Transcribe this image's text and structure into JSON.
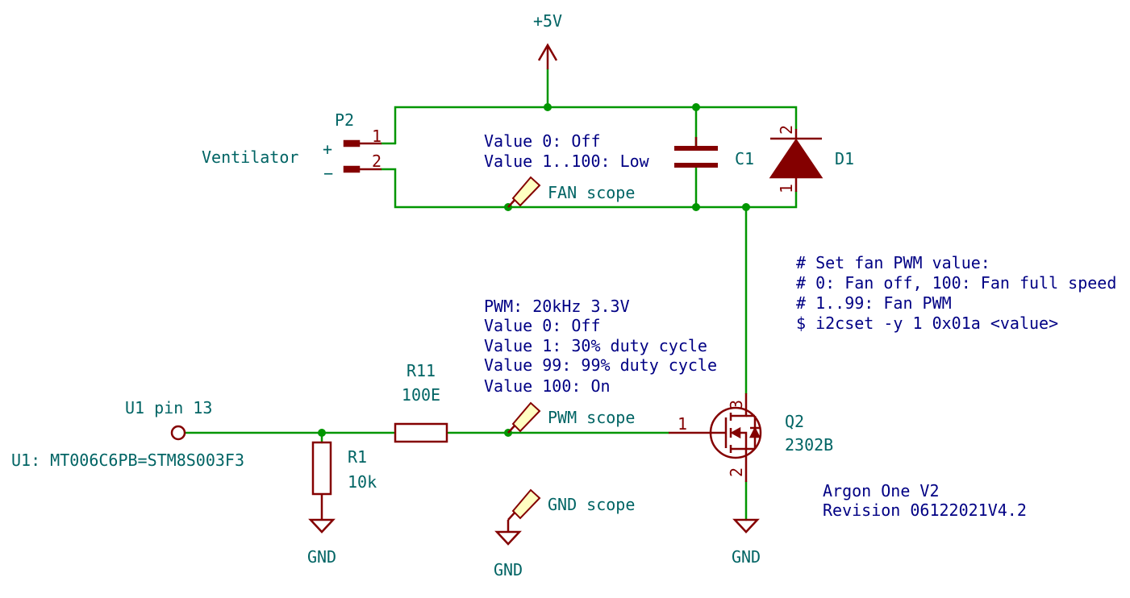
{
  "power": {
    "vcc_label": "+5V",
    "gnd_label": "GND"
  },
  "connector": {
    "ref": "P2",
    "name": "Ventilator",
    "plus": "+",
    "minus": "−",
    "pin1": "1",
    "pin2": "2"
  },
  "fan_note": [
    "Value 0: Off",
    "Value 1..100: Low"
  ],
  "capacitor": {
    "ref": "C1"
  },
  "diode": {
    "ref": "D1",
    "pin_top": "2",
    "pin_bottom": "1"
  },
  "probes": {
    "fan": "FAN scope",
    "pwm": "PWM scope",
    "gnd": "GND scope"
  },
  "shell_note": [
    "# Set fan PWM value:",
    "# 0: Fan off, 100: Fan full speed",
    "# 1..99: Fan PWM",
    "$ i2cset -y 1 0x01a <value>"
  ],
  "pwm_note": [
    "PWM: 20kHz 3.3V",
    "Value 0: Off",
    "Value 1: 30% duty cycle",
    "Value 99: 99% duty cycle",
    "Value 100: On"
  ],
  "r11": {
    "ref": "R11",
    "value": "100E"
  },
  "r1": {
    "ref": "R1",
    "value": "10k"
  },
  "mcu": {
    "pin_label": "U1 pin 13",
    "part_label": "U1: MT006C6PB=STM8S003F3"
  },
  "mosfet": {
    "ref": "Q2",
    "value": "2302B",
    "pin_gate": "1",
    "pin_source": "2",
    "pin_drain": "3"
  },
  "revision": [
    "Argon One V2",
    "Revision 06122021V4.2"
  ],
  "colors": {
    "wire": "#009600",
    "component": "#840000",
    "component_body": "#ffffc2",
    "label_teal": "#006464",
    "label_navy": "#000084",
    "background": "#ffffff"
  }
}
